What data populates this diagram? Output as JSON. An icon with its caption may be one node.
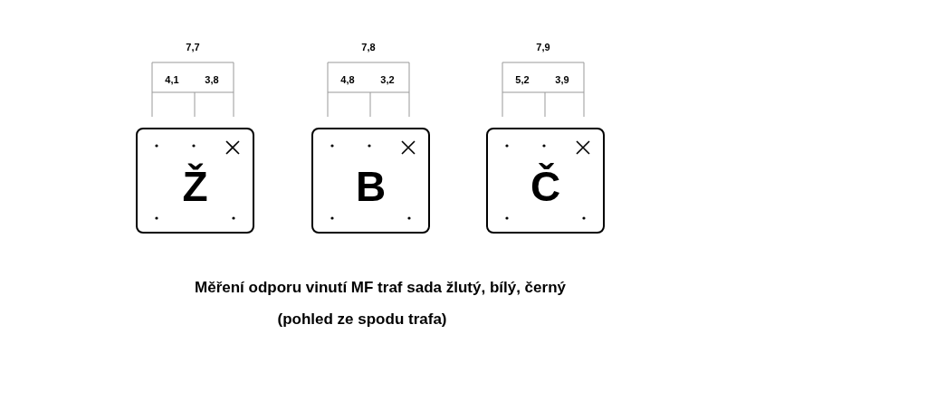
{
  "diagram": {
    "caption": "Měření odporu vinutí MF traf sada žlutý, bílý, černý",
    "nodes": [
      {
        "text": [
          "Ž"
        ],
        "beside": [
          "7,7",
          "4,1",
          "3,8"
        ]
      },
      {
        "text": [
          "B"
        ],
        "beside": [
          "7,8",
          "4,8",
          "3,2"
        ]
      },
      {
        "text": [
          "Č"
        ],
        "beside": [
          "7,9",
          "5,2",
          "3,9"
        ]
      }
    ],
    "edges": [],
    "labels": [
      "(pohled ze spodu trafa)"
    ]
  }
}
